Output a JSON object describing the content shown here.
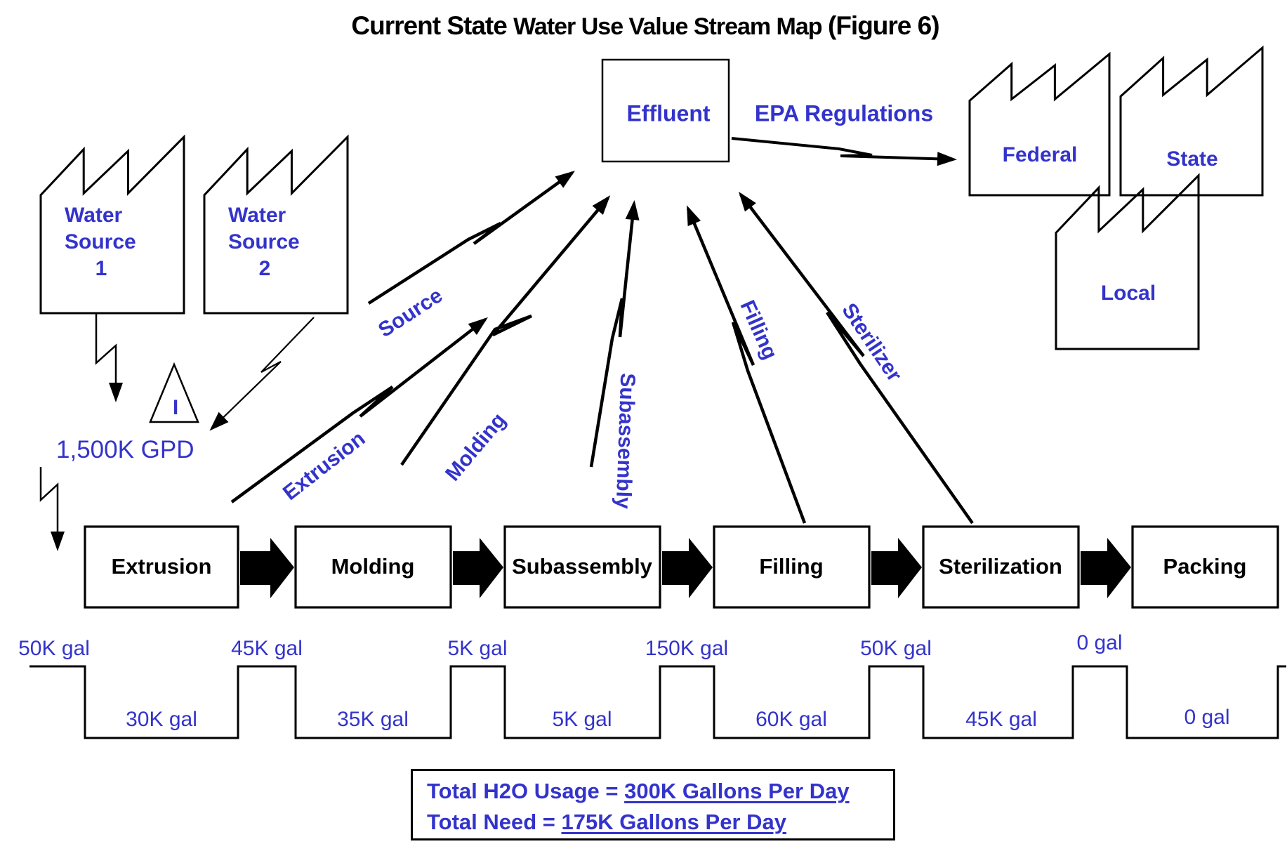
{
  "title": {
    "part1": "Current State ",
    "part2": "Water Use Value Stream Map ",
    "part3": "(Figure 6)"
  },
  "water_sources": [
    [
      "Water",
      "Source",
      "1"
    ],
    [
      "Water",
      "Source",
      "2"
    ]
  ],
  "effluent_label": "Effluent",
  "epa_label": "EPA Regulations",
  "regulators": [
    "Federal",
    "State",
    "Local"
  ],
  "inventory": {
    "symbol": "I",
    "rate": "1,500K GPD"
  },
  "flow_labels": [
    "Source",
    "Extrusion",
    "Molding",
    "Subassembly",
    "Filling",
    "Sterilizer"
  ],
  "process_steps": [
    "Extrusion",
    "Molding",
    "Subassembly",
    "Filling",
    "Sterilization",
    "Packing"
  ],
  "timeline": {
    "top_values": [
      "50K gal",
      "45K gal",
      "5K gal",
      "150K gal",
      "50K gal",
      "0 gal"
    ],
    "bottom_values": [
      "30K gal",
      "35K gal",
      "5K gal",
      "60K gal",
      "45K gal",
      "0 gal"
    ]
  },
  "totals": {
    "line1_prefix": "Total H2O Usage = ",
    "line1_value": "300K Gallons Per Day",
    "line2_prefix": "Total Need = ",
    "line2_value": "175K Gallons Per Day"
  },
  "colors": {
    "text_blue": "#3333cc",
    "line_black": "#000000"
  }
}
